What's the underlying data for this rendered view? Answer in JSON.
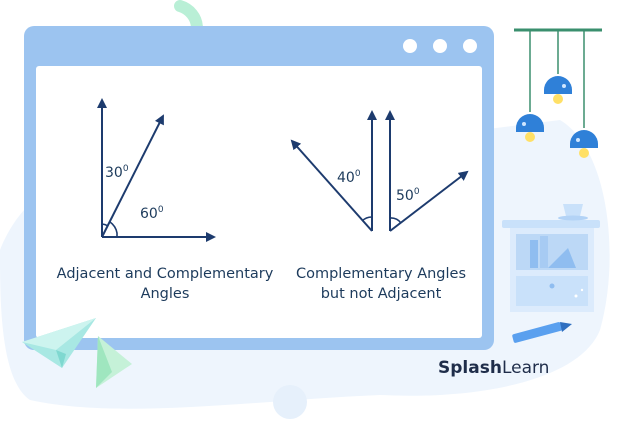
{
  "diagrams": [
    {
      "caption": "Adjacent and Complementary Angles",
      "angles": [
        {
          "label": "30",
          "unit": "0"
        },
        {
          "label": "60",
          "unit": "0"
        }
      ]
    },
    {
      "caption": "Complementary Angles but not Adjacent",
      "angles": [
        {
          "label": "40",
          "unit": "0"
        },
        {
          "label": "50",
          "unit": "0"
        }
      ]
    }
  ],
  "brand": {
    "bold": "Splash",
    "light": "Learn"
  },
  "colors": {
    "window_frame": "#9cc4f0",
    "window_dot": "#ffffff",
    "arrow": "#1d3b6e",
    "text": "#1d3b5c",
    "background_blob": "#eaf3fd",
    "accent_green": "#b9efd6",
    "lamp_blue": "#2f80d8",
    "lamp_bulb": "#ffe066"
  },
  "icons": [
    "window-dot-icon",
    "paper-plane-icon",
    "lamp-icon",
    "cup-icon",
    "crayon-icon",
    "nightstand-icon"
  ]
}
